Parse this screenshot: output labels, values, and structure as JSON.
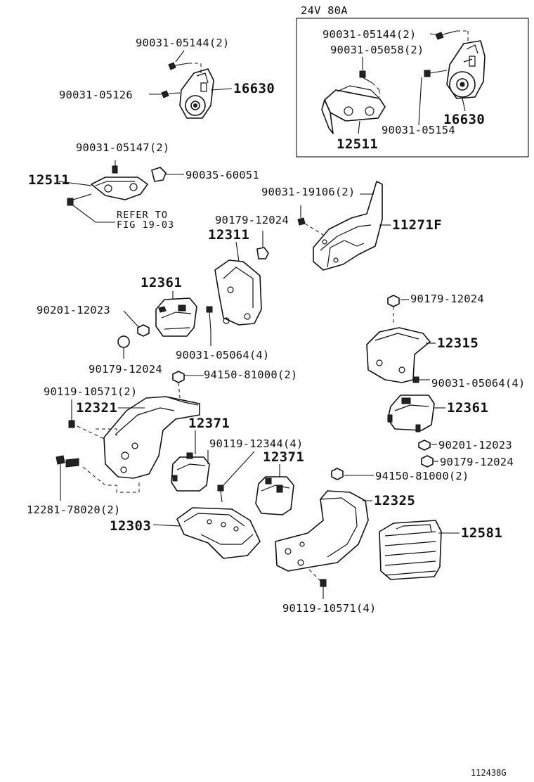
{
  "inset": {
    "title": "24V  80A"
  },
  "labels": {
    "a1": "90031-05144(2)",
    "a2": "90031-05126",
    "a3": "16630",
    "b1": "90031-05144(2)",
    "b2": "90031-05058(2)",
    "b3": "16630",
    "b4": "90031-05154",
    "b5": "12511",
    "c1": "90031-05147(2)",
    "c2": "12511",
    "c3": "90035-60051",
    "c4a": "REFER TO",
    "c4b": "FIG 19-03",
    "d1": "90031-19106(2)",
    "d2": "90179-12024",
    "d3": "11271F",
    "d4": "12311",
    "e1": "12361",
    "e2": "90201-12023",
    "e3": "90179-12024",
    "e4": "90031-05064(4)",
    "f1": "90179-12024",
    "f2": "12315",
    "f3": "90031-05064(4)",
    "f4": "12361",
    "f5": "90201-12023",
    "f6": "90179-12024",
    "g1": "94150-81000(2)",
    "g2": "90119-10571(2)",
    "g3": "12321",
    "g4": "12371",
    "g5": "90119-12344(4)",
    "g6": "12371",
    "g7": "12281-78020(2)",
    "h1": "94150-81000(2)",
    "h2": "12325",
    "h3": "12303",
    "h4": "12581",
    "h5": "90119-10571(4)",
    "footer": "112438G"
  }
}
